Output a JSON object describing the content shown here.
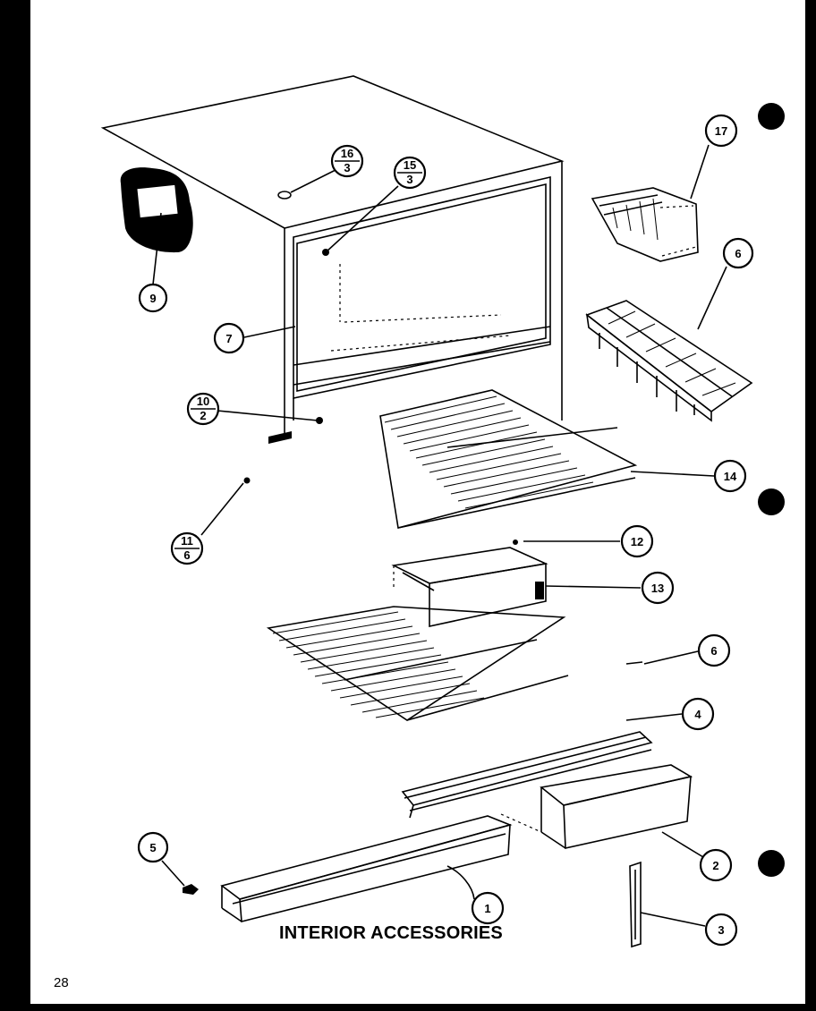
{
  "caption": "INTERIOR ACCESSORIES",
  "page_number": "28",
  "callouts": [
    {
      "id": "c9",
      "label": "9"
    },
    {
      "id": "c16",
      "top": "16",
      "bottom": "3"
    },
    {
      "id": "c15",
      "top": "15",
      "bottom": "3"
    },
    {
      "id": "c7",
      "label": "7"
    },
    {
      "id": "c17",
      "label": "17"
    },
    {
      "id": "c6a",
      "label": "6"
    },
    {
      "id": "c10",
      "top": "10",
      "bottom": "2"
    },
    {
      "id": "c14",
      "label": "14"
    },
    {
      "id": "c11",
      "top": "11",
      "bottom": "6"
    },
    {
      "id": "c12",
      "label": "12"
    },
    {
      "id": "c13",
      "label": "13"
    },
    {
      "id": "c6b",
      "label": "6"
    },
    {
      "id": "c4",
      "label": "4"
    },
    {
      "id": "c2",
      "label": "2"
    },
    {
      "id": "c5",
      "label": "5"
    },
    {
      "id": "c1",
      "label": "1"
    },
    {
      "id": "c3",
      "label": "3"
    }
  ]
}
